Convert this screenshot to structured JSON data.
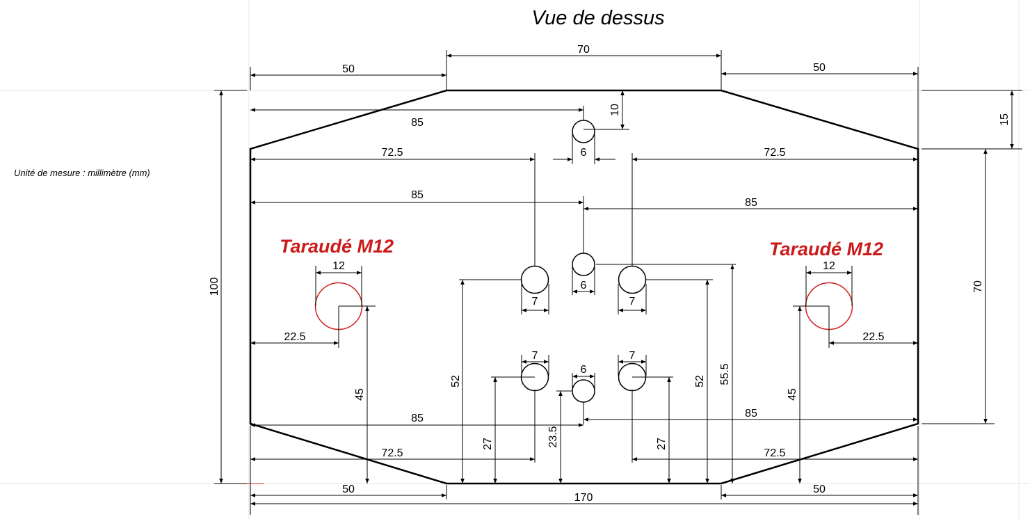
{
  "title": "Vue de dessus",
  "unit_note": "Unité de mesure : millimètre (mm)",
  "tap_label_left": "Taraudé M12",
  "tap_label_right": "Taraudé M12",
  "colors": {
    "line": "#000000",
    "tap": "#d42020",
    "grid": "#e6e6e6"
  },
  "dimensions": {
    "top_left_50": "50",
    "top_70": "70",
    "top_right_50": "50",
    "dim_85_a": "85",
    "dim_10": "10",
    "dim_15": "15",
    "hole_top_6": "6",
    "left_72_5_top": "72.5",
    "right_72_5_top": "72.5",
    "dim_85_b": "85",
    "dim_85_c": "85",
    "height_100": "100",
    "height_70": "70",
    "tap_left_12": "12",
    "tap_right_12": "12",
    "left_hole_7_top": "7",
    "center_hole_6_mid": "6",
    "right_hole_7_top": "7",
    "tap_left_22_5": "22.5",
    "tap_right_22_5": "22.5",
    "left_hole_7_bottom": "7",
    "center_hole_6_bottom": "6",
    "right_hole_7_bottom": "7",
    "dim_52_left": "52",
    "dim_52_right": "52",
    "dim_55_5": "55.5",
    "dim_45_left": "45",
    "dim_45_right": "45",
    "dim_85_d": "85",
    "dim_85_e": "85",
    "dim_27_left": "27",
    "dim_23_5": "23.5",
    "dim_27_right": "27",
    "left_72_5_bottom": "72.5",
    "right_72_5_bottom": "72.5",
    "bottom_left_50": "50",
    "bottom_right_50": "50",
    "bottom_170": "170"
  }
}
